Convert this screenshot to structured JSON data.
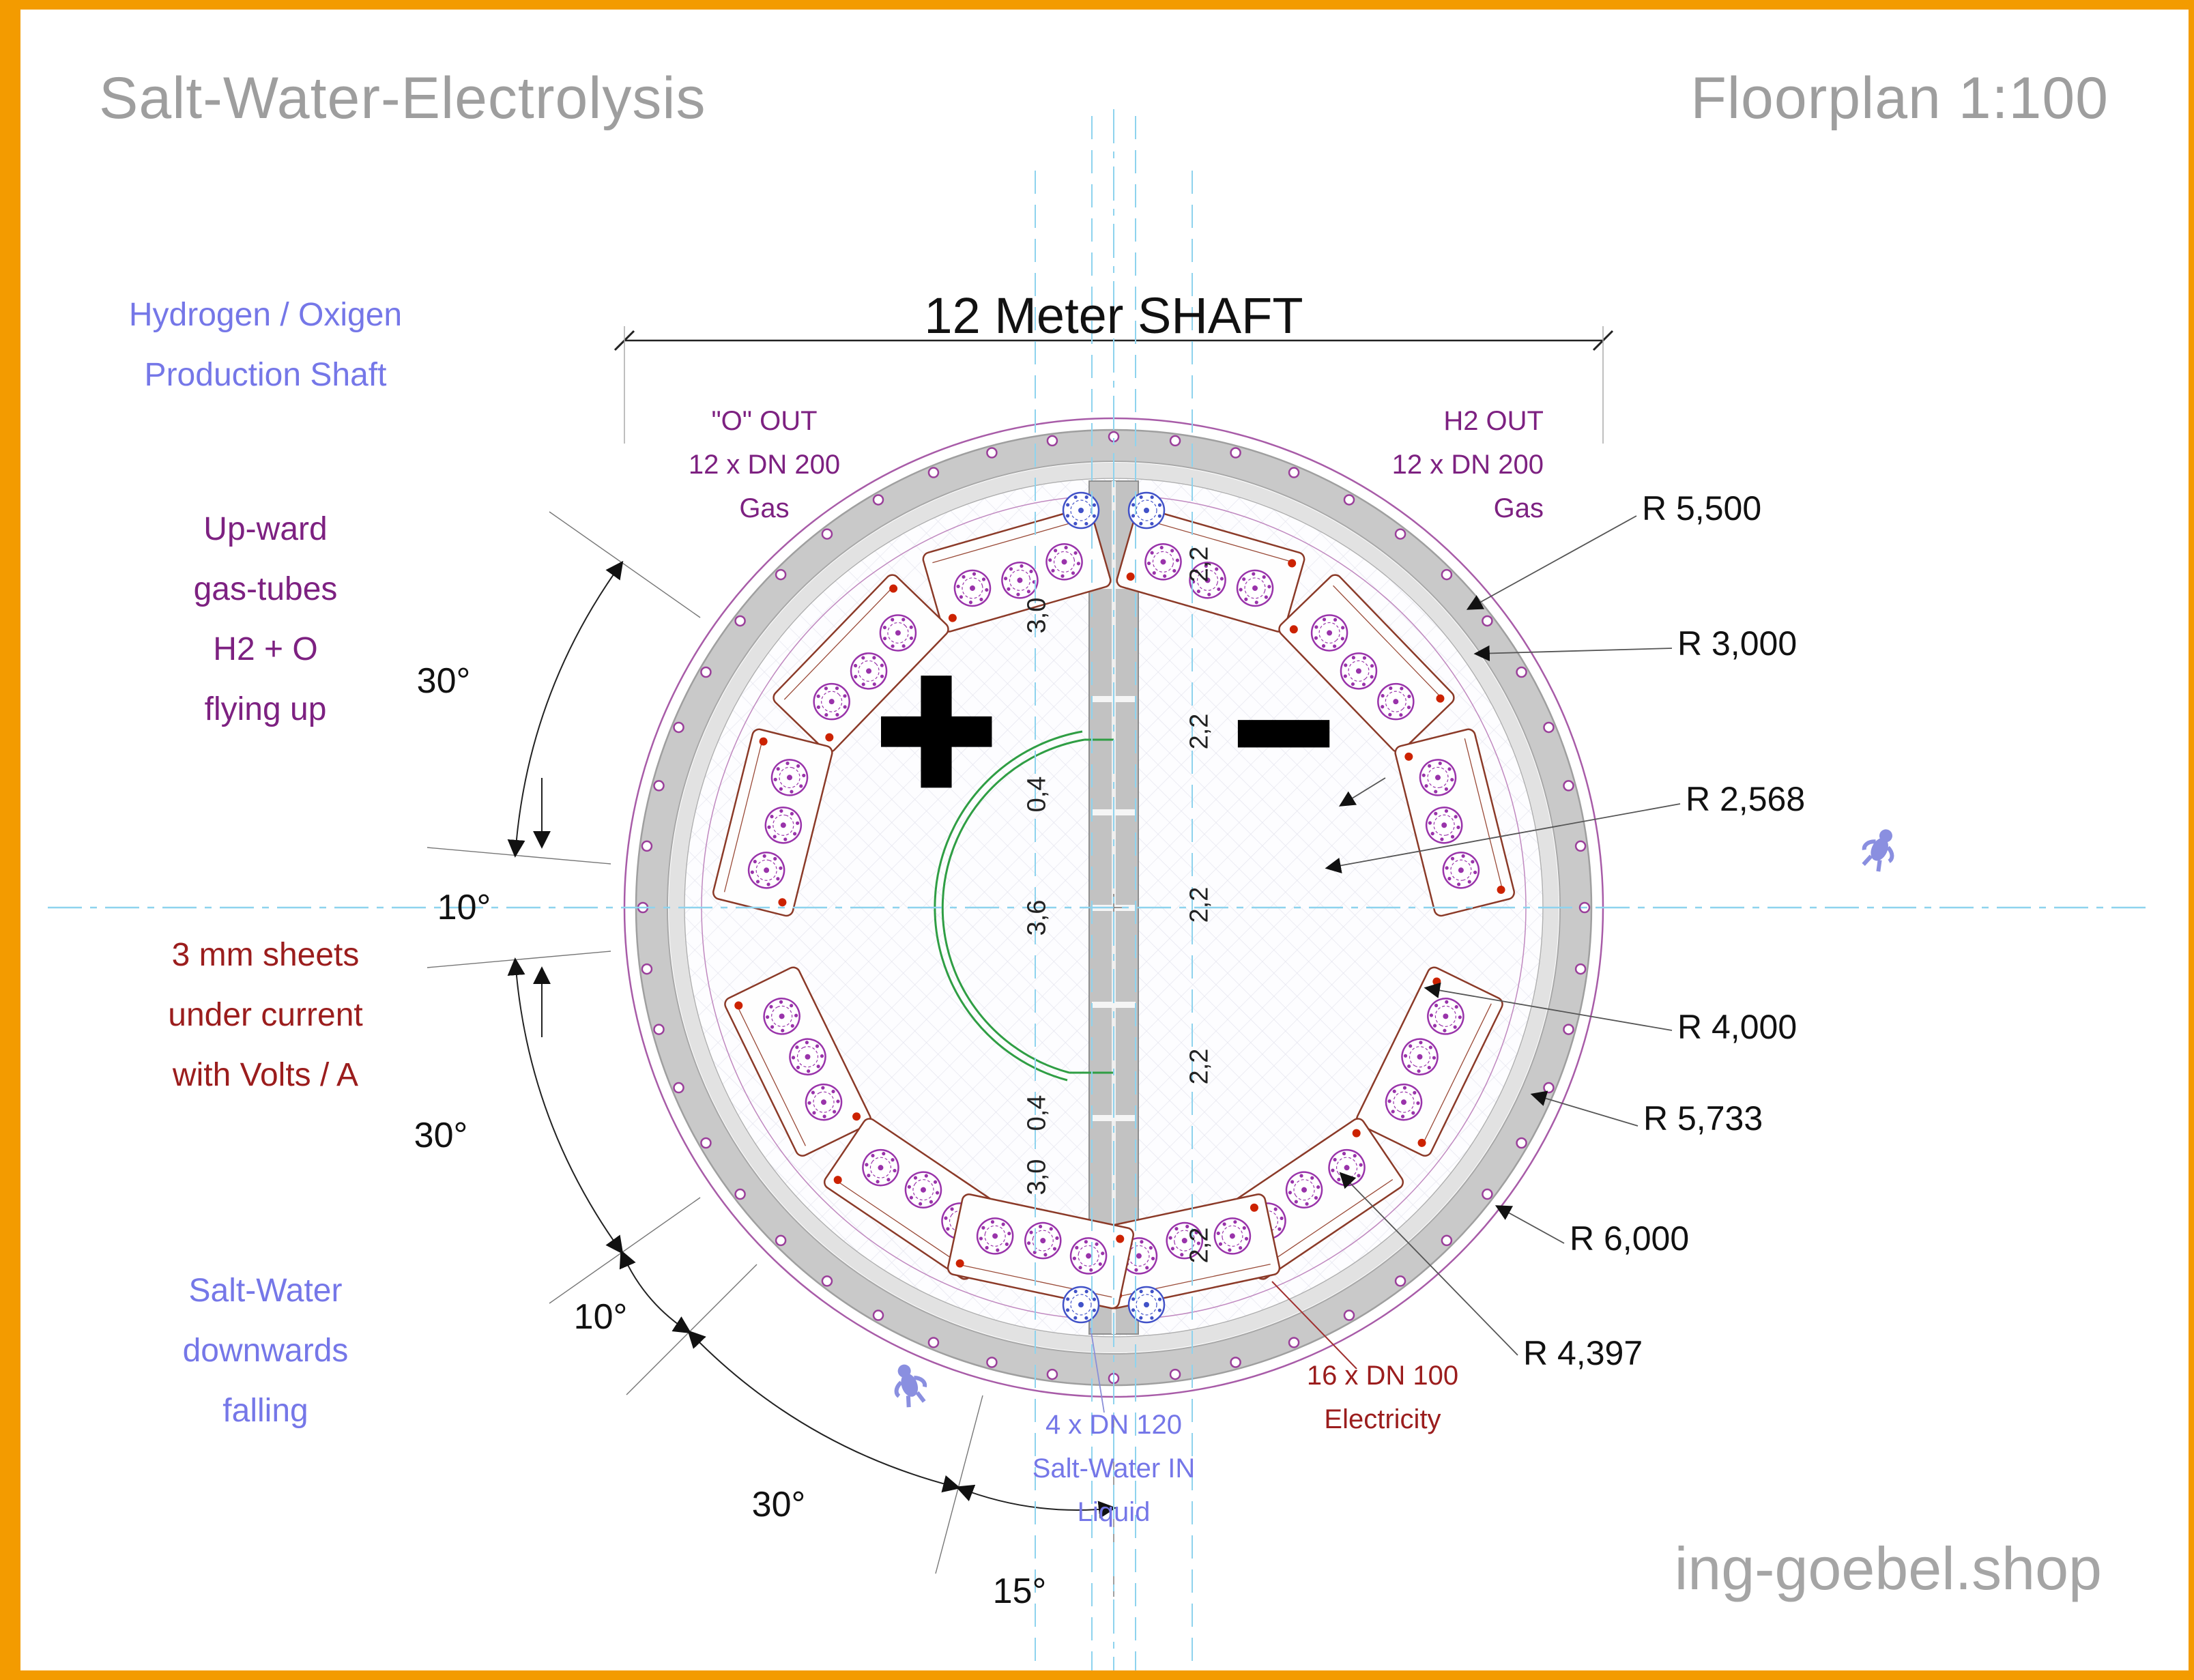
{
  "header": {
    "title": "Salt-Water-Electrolysis",
    "scale": "Floorplan 1:100"
  },
  "watermark": "ing-goebel.shop",
  "shaft": {
    "title": "12 Meter SHAFT",
    "polarity_positive": "+",
    "polarity_negative": "−"
  },
  "side_labels": {
    "production_shaft": [
      "Hydrogen / Oxigen",
      "Production Shaft"
    ],
    "upward_gas": [
      "Up-ward",
      "gas-tubes",
      "H2 + O",
      "flying up"
    ],
    "sheets": [
      "3 mm sheets",
      "under current",
      "with Volts / A"
    ],
    "saltwater_down": [
      "Salt-Water",
      "downwards",
      "falling"
    ]
  },
  "pipe_labels": {
    "o_out": [
      "\"O\" OUT",
      "12 x DN 200",
      "Gas"
    ],
    "h2_out": [
      "H2 OUT",
      "12 x DN 200",
      "Gas"
    ],
    "salt_in": [
      "4 x DN 120",
      "Salt-Water IN",
      "Liquid"
    ],
    "electricity": [
      "16 x DN 100",
      "Electricity"
    ]
  },
  "angles": [
    "30°",
    "10°",
    "30°",
    "10°",
    "30°",
    "15°"
  ],
  "radii": [
    "R 5,500",
    "R 3,000",
    "R 2,568",
    "R 4,000",
    "R 5,733",
    "R 6,000",
    "R 4,397"
  ],
  "dims_left": [
    "3,0",
    "0,4",
    "3,6",
    "0,4",
    "3,0"
  ],
  "dims_right": [
    "2,2",
    "2,2",
    "2,2",
    "2,2",
    "2,2"
  ],
  "colors": {
    "frame_orange": "#f39b00",
    "blue": "#7577e8",
    "purple": "#7d2181",
    "dark_red": "#9b1d1d",
    "title_gray": "#9e9e9e",
    "centerline_cyan": "#8ed3ee"
  }
}
